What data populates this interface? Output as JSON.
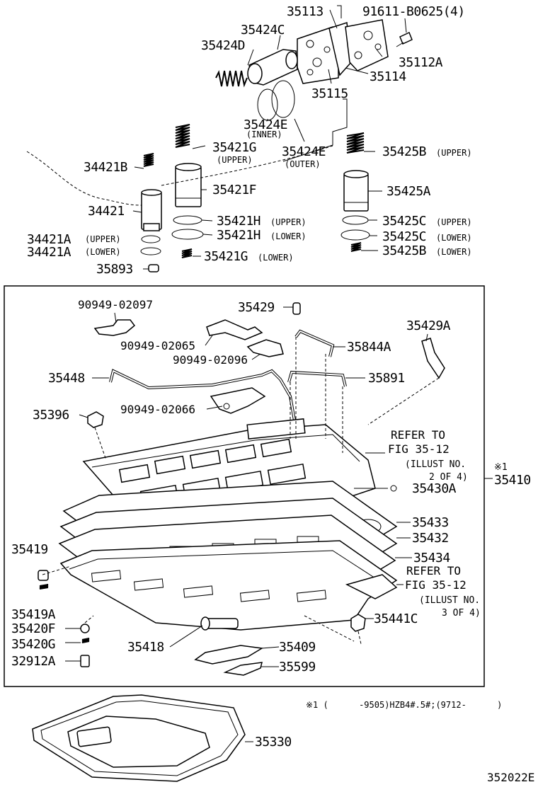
{
  "top_parts": {
    "p35113": "35113",
    "p91611": "91611-B0625(4)",
    "p35424C": "35424C",
    "p35424D": "35424D",
    "p35112A": "35112A",
    "p35114": "35114",
    "p35115": "35115",
    "p35424E_inner": "35424E",
    "inner_note": "(INNER)",
    "p35421G_upper": "35421G",
    "upper_note_1": "(UPPER)",
    "p35424E_outer": "35424E",
    "outer_note": "(OUTER)",
    "p35425B_upper": "35425B",
    "upper_note_2": "(UPPER)",
    "p34421B": "34421B",
    "p35421F": "35421F",
    "p35425A": "35425A",
    "p34421": "34421",
    "p35421H_upper": "35421H",
    "upper_note_3": "(UPPER)",
    "p35425C_upper": "35425C",
    "upper_note_4": "(UPPER)",
    "p35421H_lower": "35421H",
    "lower_note_1": "(LOWER)",
    "p35425C_lower": "35425C",
    "lower_note_2": "(LOWER)",
    "p34421A_upper": "34421A",
    "upper_note_5": "(UPPER)",
    "p34421A_lower": "34421A",
    "lower_note_3": "(LOWER)",
    "p35425B_lower": "35425B",
    "lower_note_4": "(LOWER)",
    "p35421G_lower": "35421G",
    "lower_note_5": "(LOWER)",
    "p35893": "35893"
  },
  "box_parts": {
    "p90949_02097": "90949-02097",
    "p35429": "35429",
    "p35429A": "35429A",
    "p90949_02065": "90949-02065",
    "p35844A": "35844A",
    "p90949_02096": "90949-02096",
    "p35448": "35448",
    "p35891": "35891",
    "p90949_02066": "90949-02066",
    "p35396": "35396",
    "ref1_line1": "REFER TO",
    "ref1_line2": "FIG 35-12",
    "ref1_line3": "(ILLUST NO.",
    "ref1_line4": "2 OF 4)",
    "p35430A": "35430A",
    "p35410": "35410",
    "star_mark": "※1",
    "p35433": "35433",
    "p35432": "35432",
    "p35419": "35419",
    "p35434": "35434",
    "ref2_line1": "REFER TO",
    "ref2_line2": "FIG 35-12",
    "ref2_line3": "(ILLUST NO.",
    "ref2_line4": "3 OF 4)",
    "p35419A": "35419A",
    "p35420F": "35420F",
    "p35441C": "35441C",
    "p35420G": "35420G",
    "p35418": "35418",
    "p35409": "35409",
    "p32912A": "32912A",
    "p35599": "35599"
  },
  "footnote": "※1 (      -9505)HZB4#.5#;(9712-      )",
  "bottom": {
    "p35330": "35330",
    "figure_code": "352022E"
  }
}
